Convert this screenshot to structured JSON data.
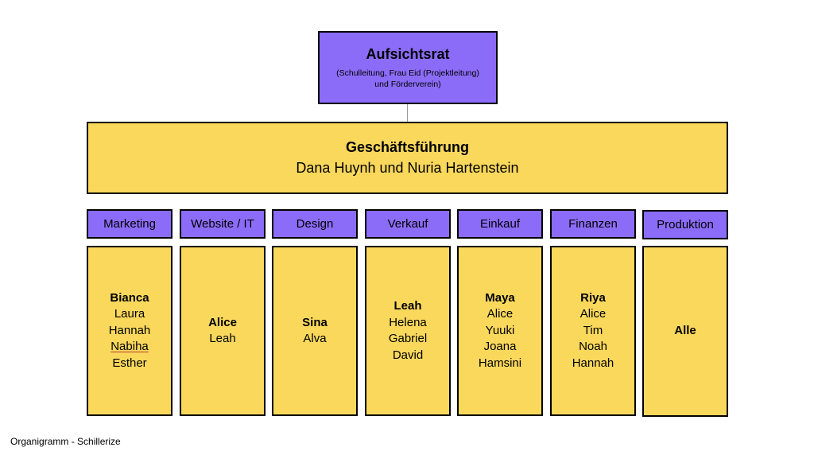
{
  "board": {
    "title": "Aufsichtsrat",
    "subtitle": "(Schulleitung, Frau Eid (Projektleitung) und Förderverein)"
  },
  "management": {
    "title": "Geschäftsführung",
    "names": "Dana Huynh und Nuria Hartenstein"
  },
  "departments": [
    {
      "name": "Marketing",
      "lead": "Bianca",
      "members": [
        "Laura",
        "Hannah",
        "Nabiha",
        "Esther"
      ]
    },
    {
      "name": "Website / IT",
      "lead": "Alice",
      "members": [
        "Leah"
      ]
    },
    {
      "name": "Design",
      "lead": "Sina",
      "members": [
        "Alva"
      ]
    },
    {
      "name": "Verkauf",
      "lead": "Leah",
      "members": [
        "Helena",
        "Gabriel",
        "David"
      ]
    },
    {
      "name": "Einkauf",
      "lead": "Maya",
      "members": [
        "Alice",
        "Yuuki",
        "Joana",
        "Hamsini"
      ]
    },
    {
      "name": "Finanzen",
      "lead": "Riya",
      "members": [
        "Alice",
        "Tim",
        "Noah",
        "Hannah"
      ]
    },
    {
      "name": "Produktion",
      "lead": "Alle",
      "members": []
    }
  ],
  "caption": "Organigramm - Schillerize",
  "colors": {
    "purple": "#8b6cf8",
    "yellow": "#fad85c",
    "border": "#000000"
  }
}
